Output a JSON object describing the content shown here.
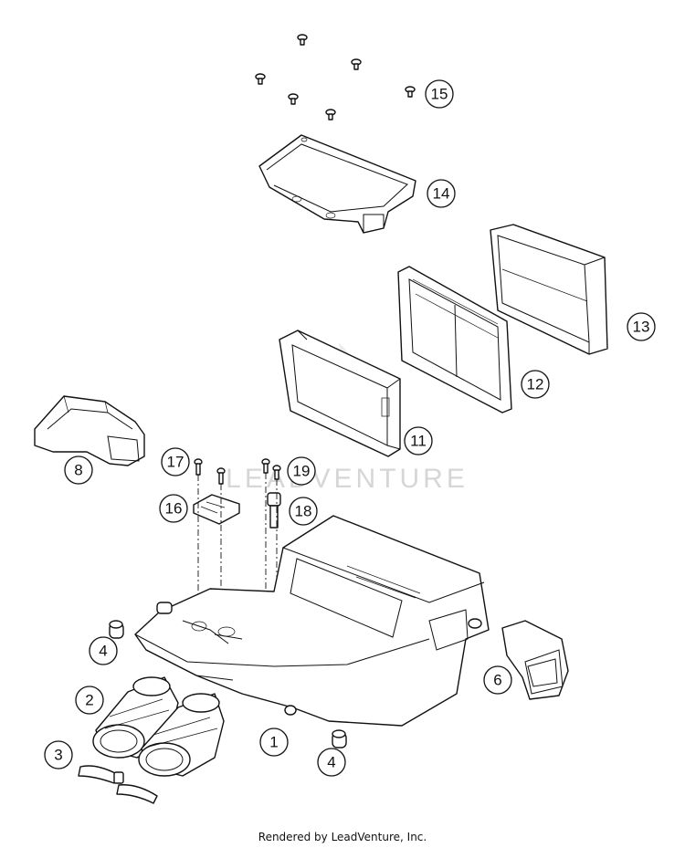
{
  "watermark": {
    "text": "LEADVENTURE"
  },
  "footer": {
    "text": "Rendered by LeadVenture, Inc."
  },
  "callouts": [
    {
      "id": "1",
      "label": "1"
    },
    {
      "id": "2",
      "label": "2"
    },
    {
      "id": "3",
      "label": "3"
    },
    {
      "id": "4a",
      "label": "4"
    },
    {
      "id": "4b",
      "label": "4"
    },
    {
      "id": "6",
      "label": "6"
    },
    {
      "id": "8",
      "label": "8"
    },
    {
      "id": "11",
      "label": "11"
    },
    {
      "id": "12",
      "label": "12"
    },
    {
      "id": "13",
      "label": "13"
    },
    {
      "id": "14",
      "label": "14"
    },
    {
      "id": "15",
      "label": "15"
    },
    {
      "id": "16",
      "label": "16"
    },
    {
      "id": "17",
      "label": "17"
    },
    {
      "id": "18",
      "label": "18"
    },
    {
      "id": "19",
      "label": "19"
    }
  ]
}
